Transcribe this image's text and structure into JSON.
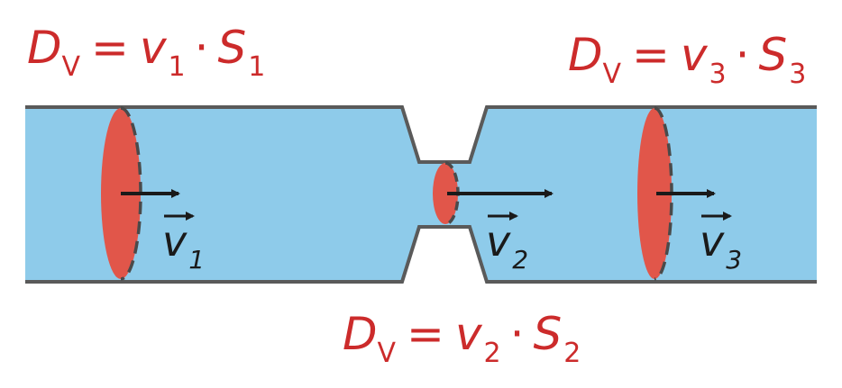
{
  "colors": {
    "fluid": "#8ecbea",
    "wall": "#5a5a5a",
    "section": "#e1564a",
    "equation": "#cc2b2b",
    "vector": "#1a1a1a"
  },
  "equations": {
    "eq1": {
      "D": "D",
      "D_sub": "V",
      "equals": "=",
      "v": "v",
      "v_sub": "1",
      "dot": "·",
      "S": "S",
      "S_sub": "1"
    },
    "eq2": {
      "D": "D",
      "D_sub": "V",
      "equals": "=",
      "v": "v",
      "v_sub": "2",
      "dot": "·",
      "S": "S",
      "S_sub": "2"
    },
    "eq3": {
      "D": "D",
      "D_sub": "V",
      "equals": "=",
      "v": "v",
      "v_sub": "3",
      "dot": "·",
      "S": "S",
      "S_sub": "3"
    }
  },
  "vectors": {
    "v1": {
      "symbol": "v",
      "sub": "1"
    },
    "v2": {
      "symbol": "v",
      "sub": "2"
    },
    "v3": {
      "symbol": "v",
      "sub": "3"
    }
  }
}
